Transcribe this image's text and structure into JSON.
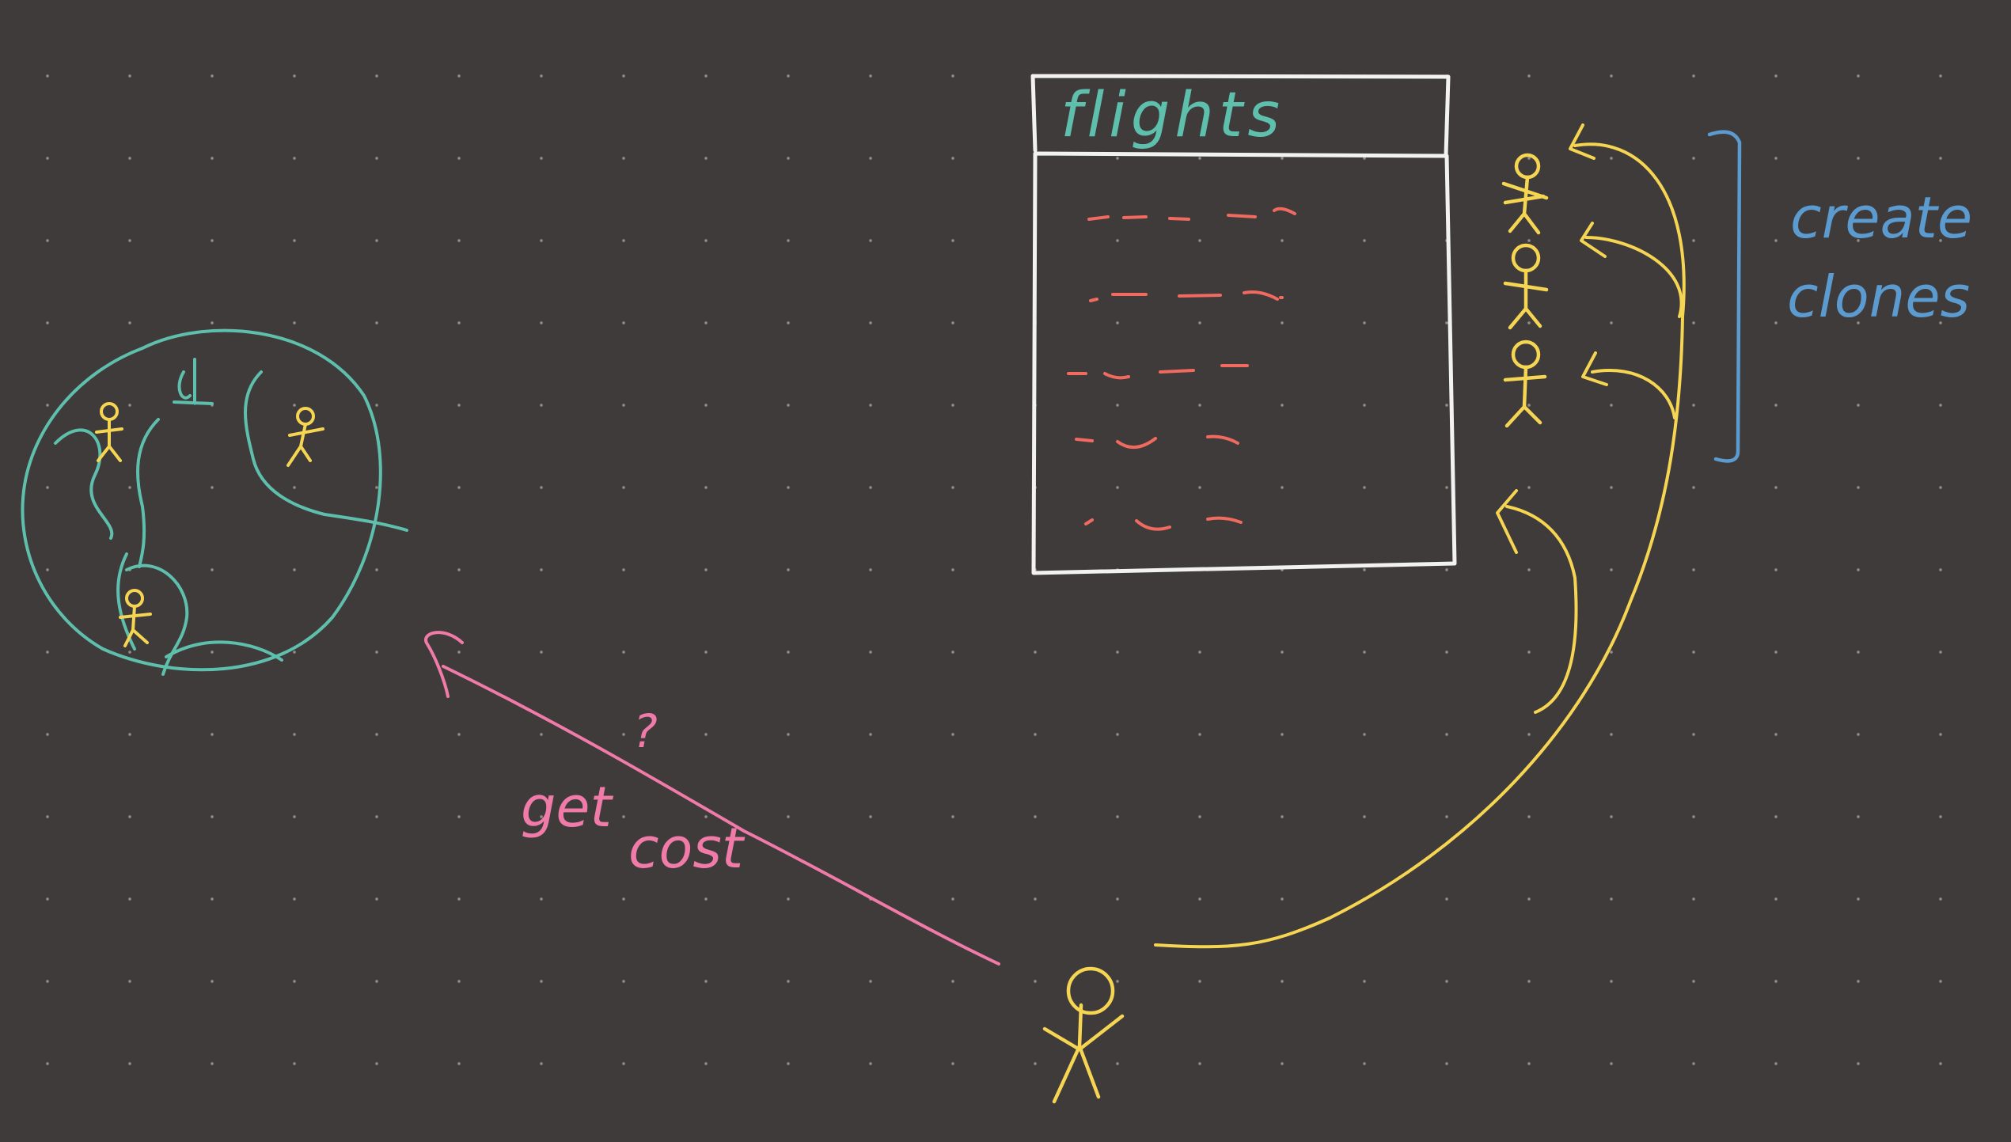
{
  "canvas": {
    "background_color": "#3f3b3b",
    "grid": "dotted"
  },
  "colors": {
    "table": "#f2f2f2",
    "table_title": "#5fbfad",
    "table_rows": "#f06a5f",
    "people": "#f5d552",
    "globe": "#5fbfad",
    "bracket": "#5b9bcf",
    "arrow_pink": "#f07aa8"
  },
  "labels": {
    "flights_title": "flights",
    "create_clones": [
      "create",
      "clones"
    ],
    "get_cost": [
      "get",
      "cost"
    ],
    "question_mark": "?"
  },
  "icons": {
    "person": "stick-figure-icon",
    "globe": "globe-icon"
  }
}
